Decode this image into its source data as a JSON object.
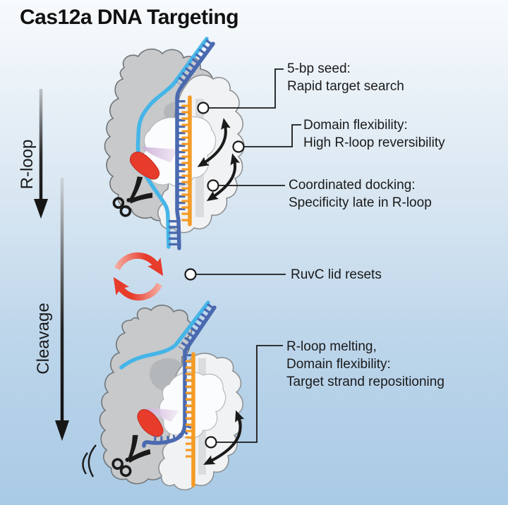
{
  "title": "Cas12a DNA Targeting",
  "left_labels": {
    "rloop": "R-loop",
    "cleavage": "Cleavage"
  },
  "annotations": {
    "seed": {
      "lines": [
        "5-bp seed:",
        "Rapid target search"
      ]
    },
    "flex": {
      "lines": [
        "Domain flexibility:",
        "High R-loop reversibility"
      ]
    },
    "dock": {
      "lines": [
        "Coordinated docking:",
        "Specificity late in R-loop"
      ]
    },
    "ruvc": {
      "lines": [
        "RuvC lid resets"
      ]
    },
    "melt": {
      "lines": [
        "R-loop melting,",
        "Domain flexibility:",
        "Target strand repositioning"
      ]
    }
  },
  "colors": {
    "accent_red": "#e73b2c",
    "nontarget_strand_cyan": "#45b5e8",
    "target_strand_blue": "#4a69b0",
    "rna_strand_orange": "#f59b25",
    "protein_back_gray": "#c7c9cb",
    "protein_front_gray": "#f0f2f3",
    "background_top": "#f8fbfd",
    "background_bottom": "#a9cae5",
    "ink": "#1a1a1a"
  }
}
